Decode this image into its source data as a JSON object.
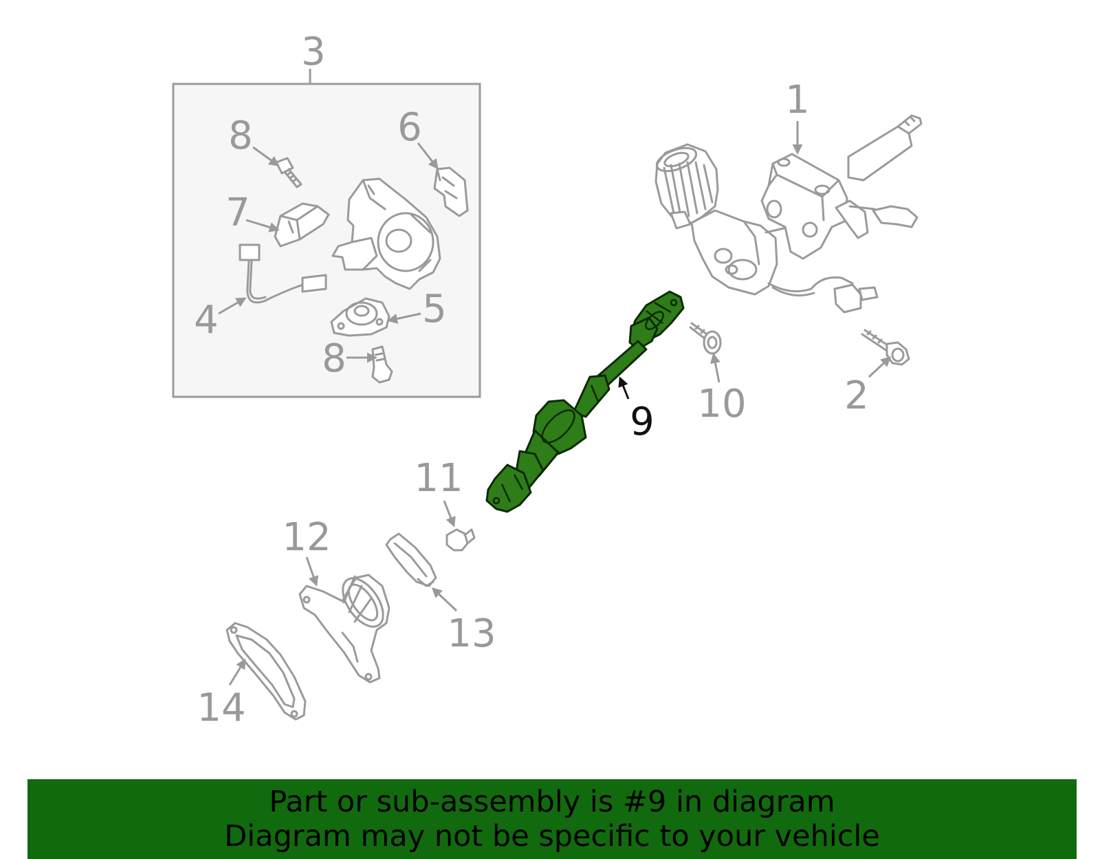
{
  "callouts": {
    "c1": "1",
    "c2": "2",
    "c3": "3",
    "c4": "4",
    "c5": "5",
    "c6": "6",
    "c7": "7",
    "c8a": "8",
    "c8b": "8",
    "c9": "9",
    "c10": "10",
    "c11": "11",
    "c12": "12",
    "c13": "13",
    "c14": "14"
  },
  "highlight": {
    "part": "9",
    "color": "#2e7d18"
  },
  "banner": {
    "line1": "Part or sub-assembly is #9 in diagram",
    "line2": "Diagram may not be specific to your vehicle",
    "background": "#126a0e"
  }
}
